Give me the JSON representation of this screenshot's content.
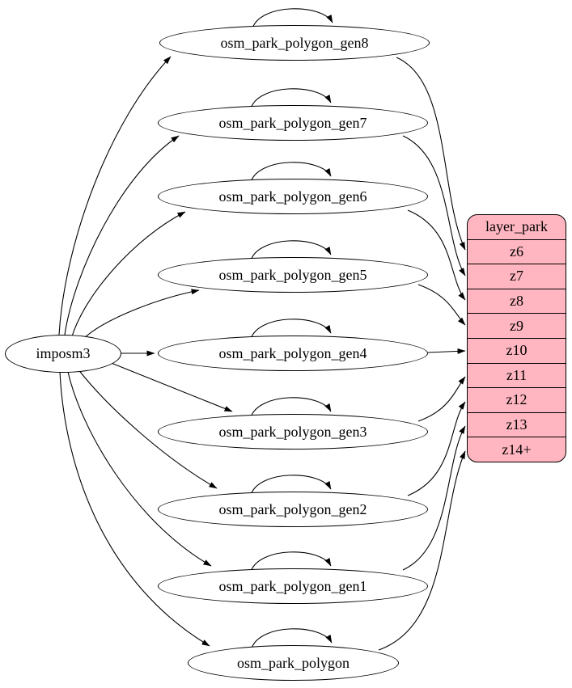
{
  "diagram": {
    "type": "graphviz-etl-dependency-graph",
    "background_color": "#ffffff",
    "node_fill_color": "#ffffff",
    "record_fill_color": "#ffb6c1",
    "stroke_color": "#000000",
    "source": {
      "label": "imposm3"
    },
    "tables": [
      {
        "label": "osm_park_polygon_gen8",
        "maps_to_zoom": "z6",
        "self_loop": true
      },
      {
        "label": "osm_park_polygon_gen7",
        "maps_to_zoom": "z7",
        "self_loop": true
      },
      {
        "label": "osm_park_polygon_gen6",
        "maps_to_zoom": "z8",
        "self_loop": true
      },
      {
        "label": "osm_park_polygon_gen5",
        "maps_to_zoom": "z9",
        "self_loop": true
      },
      {
        "label": "osm_park_polygon_gen4",
        "maps_to_zoom": "z10",
        "self_loop": true
      },
      {
        "label": "osm_park_polygon_gen3",
        "maps_to_zoom": "z11",
        "self_loop": true
      },
      {
        "label": "osm_park_polygon_gen2",
        "maps_to_zoom": "z12",
        "self_loop": true
      },
      {
        "label": "osm_park_polygon_gen1",
        "maps_to_zoom": "z13",
        "self_loop": true
      },
      {
        "label": "osm_park_polygon",
        "maps_to_zoom": "z14+",
        "self_loop": true
      }
    ],
    "layer": {
      "title": "layer_park",
      "rows": [
        "z6",
        "z7",
        "z8",
        "z9",
        "z10",
        "z11",
        "z12",
        "z13",
        "z14+"
      ]
    },
    "edges_summary": [
      "imposm3 -> each osm_park_polygon* table",
      "each table -> its own self loop",
      "each table -> matching zoom row of layer_park"
    ]
  }
}
